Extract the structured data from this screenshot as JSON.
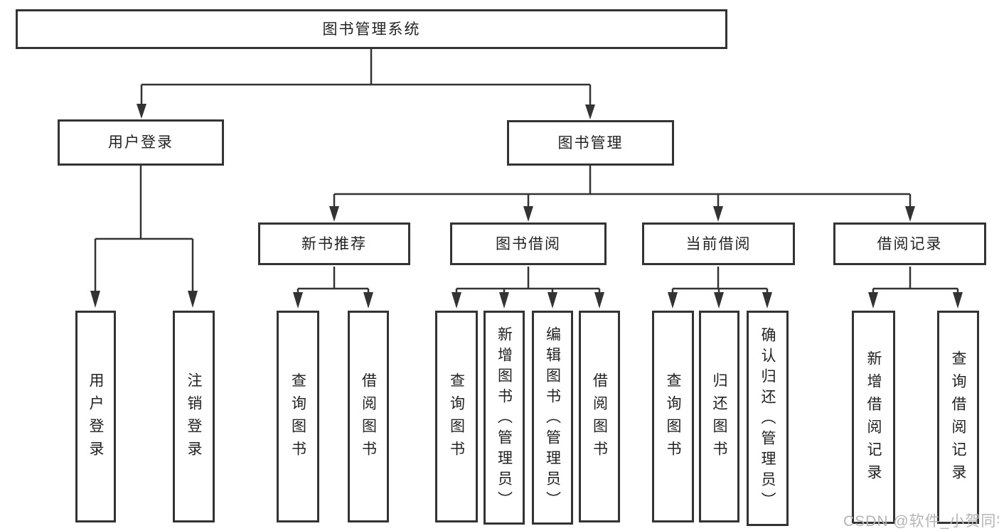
{
  "colors": {
    "line": "#333333",
    "box_bg": "#ffffff",
    "text": "#222222",
    "watermark": "#b5b5b5"
  },
  "watermark": {
    "text": "CSDN @软件_小贺同学"
  },
  "tree": {
    "root": {
      "label": "图书管理系统"
    },
    "branches": [
      {
        "label": "用户登录",
        "children": [
          "用户登录",
          "注销登录"
        ]
      },
      {
        "label": "图书管理",
        "modules": [
          {
            "label": "新书推荐",
            "children": [
              "查询图书",
              "借阅图书"
            ]
          },
          {
            "label": "图书借阅",
            "children": [
              "查询图书",
              "新增图书（管理员）",
              "编辑图书（管理员）",
              "借阅图书"
            ]
          },
          {
            "label": "当前借阅",
            "children": [
              "查询图书",
              "归还图书",
              "确认归还（管理员）"
            ]
          },
          {
            "label": "借阅记录",
            "children": [
              "新增借阅记录",
              "查询借阅记录"
            ]
          }
        ]
      }
    ]
  }
}
